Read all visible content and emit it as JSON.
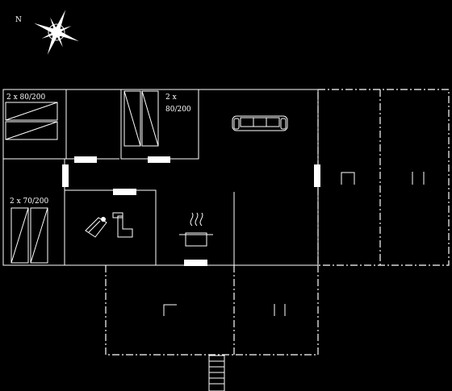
{
  "compass": {
    "north_label": "N",
    "icon": "compass-rose-icon"
  },
  "rooms": {
    "bedroom_1": {
      "bed_label": "2 x 80/200"
    },
    "bedroom_2": {
      "bed_label_line1": "2 x",
      "bed_label_line2": "80/200"
    },
    "bedroom_3": {
      "bed_label": "2 x 70/200"
    }
  },
  "icons": {
    "sofa": "sofa-icon",
    "bathroom": "shower-toilet-icon",
    "kitchen": "cooking-pot-icon",
    "terrace_chair": "chair-icon",
    "terrace_table": "table-icon"
  },
  "colors": {
    "background": "#000000",
    "lines": "#ffffff"
  }
}
